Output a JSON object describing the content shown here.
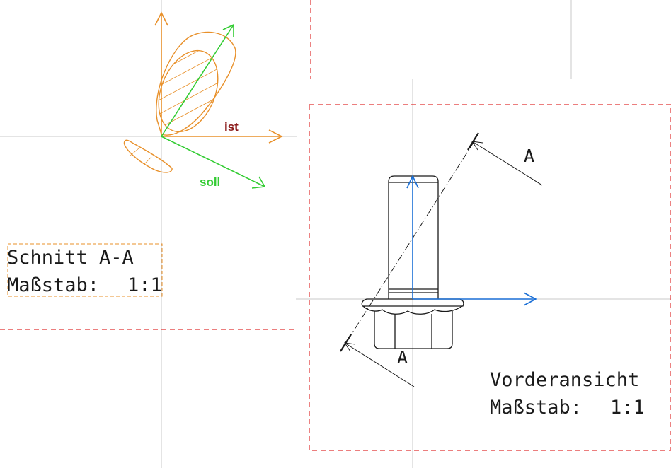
{
  "colors": {
    "axis_orange": "#e8902a",
    "ist_label": "#8b1a1a",
    "soll_green": "#33cc33",
    "blue_axis": "#1a6fd6",
    "frame_red": "#e03030",
    "grid_gray": "#c8c8c8",
    "ink": "#1a1a1a"
  },
  "section_view": {
    "vector_ist_label": "ist",
    "vector_soll_label": "soll",
    "title_block": {
      "title": "Schnitt A-A",
      "scale_label": "Maßstab:",
      "scale_value": "1:1"
    }
  },
  "front_view": {
    "section_marker_top": "A",
    "section_marker_bottom": "A",
    "title_block": {
      "title": "Vorderansicht",
      "scale_label": "Maßstab:",
      "scale_value": "1:1"
    }
  }
}
